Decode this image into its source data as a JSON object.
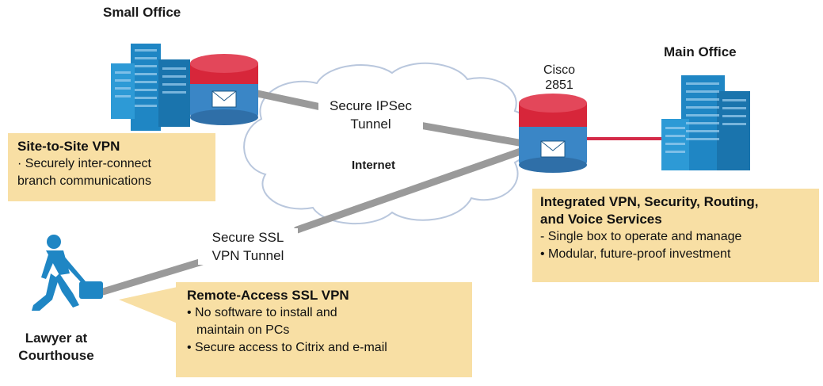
{
  "labels": {
    "small_office": "Small Office",
    "main_office": "Main Office",
    "router_model_line1": "Cisco",
    "router_model_line2": "2851",
    "internet": "Internet",
    "ipsec_line1": "Secure IPSec",
    "ipsec_line2": "Tunnel",
    "ssl_line1": "Secure SSL",
    "ssl_line2": "VPN Tunnel",
    "lawyer_line1": "Lawyer at",
    "lawyer_line2": "Courthouse"
  },
  "callouts": {
    "site_to_site": {
      "title": "Site-to-Site VPN",
      "line1": "· Securely inter-connect",
      "line2": "branch communications"
    },
    "integrated": {
      "title1": "Integrated VPN, Security, Routing,",
      "title2": "and Voice Services",
      "bullet1": "- Single box to operate and manage",
      "bullet2": "• Modular, future-proof investment"
    },
    "remote_access": {
      "title": "Remote-Access SSL VPN",
      "bullet1a": "• No software to install and",
      "bullet1b": "maintain on PCs",
      "bullet2": "• Secure access to Citrix and e-mail"
    }
  },
  "colors": {
    "building_blue": "#1f86c4",
    "router_red": "#d7263a",
    "router_blue": "#3a86c6",
    "link_gray": "#9a9a9a",
    "link_red": "#d42a48",
    "callout_fill": "#f8dfa4",
    "cloud_stroke": "#b9c7dd",
    "person_blue": "#1f86c4"
  }
}
